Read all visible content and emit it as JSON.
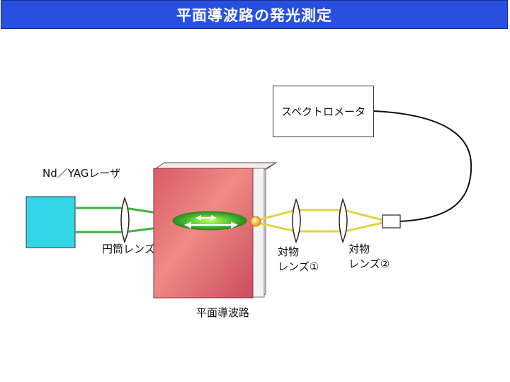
{
  "title": "平面導波路の発光測定",
  "labels": {
    "laser": "Nd／YAGレーザ",
    "cylindrical_lens": "円筒レンズ",
    "waveguide": "平面導波路",
    "objective1_line1": "対物",
    "objective1_line2": "レンズ①",
    "objective2_line1": "対物",
    "objective2_line2": "レンズ②",
    "spectrometer": "スペクトロメータ"
  },
  "colors": {
    "title_bar": "#2850e0",
    "laser_box": "#33d6e6",
    "waveguide_body": "#e87878",
    "green_beam": "#3cb43c",
    "yellow_beam": "#e8d23c",
    "emission_spot": "#f0b020"
  },
  "icons": {
    "lens": "plano-convex-lens-icon",
    "arrows": "bidirectional-arrow-icon"
  }
}
